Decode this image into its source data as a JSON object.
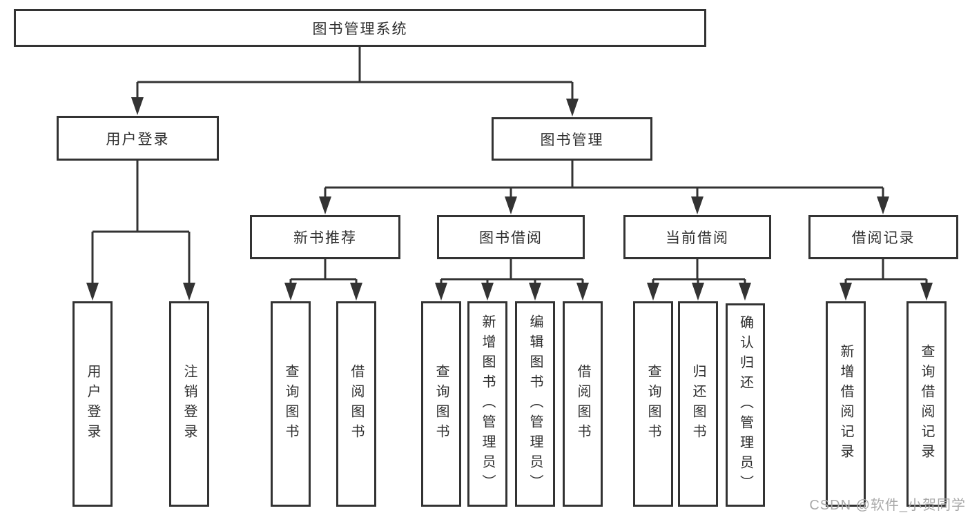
{
  "diagram": {
    "colors": {
      "line": "#333333",
      "box_border": "#333333",
      "text": "#2f2f2f",
      "watermark": "#a9a9a9",
      "background": "#ffffff"
    },
    "nodes": {
      "root": "图书管理系统",
      "user_login": "用户登录",
      "book_mgmt": "图书管理",
      "new_book_rec": "新书推荐",
      "book_borrow": "图书借阅",
      "current_borrow": "当前借阅",
      "borrow_records": "借阅记录",
      "leaf_user_login": "用户登录",
      "leaf_logout": "注销登录",
      "leaf_nbr_query_book": "查询图书",
      "leaf_nbr_borrow_book": "借阅图书",
      "leaf_bb_query_book": "查询图书",
      "leaf_bb_add_book_admin": "新增图书（管理员）",
      "leaf_bb_edit_book_admin": "编辑图书（管理员）",
      "leaf_bb_borrow_book": "借阅图书",
      "leaf_cb_query_book": "查询图书",
      "leaf_cb_return_book": "归还图书",
      "leaf_cb_confirm_return_admin": "确认归还（管理员）",
      "leaf_br_add_record": "新增借阅记录",
      "leaf_br_query_record": "查询借阅记录"
    },
    "watermark": "CSDN @软件_小贺同学"
  }
}
